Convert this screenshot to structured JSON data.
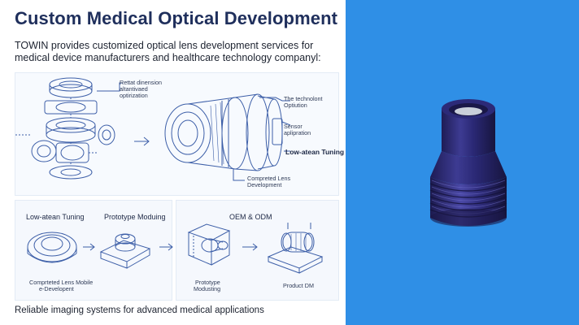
{
  "title": "Custom Medical Optical Development",
  "subtitle": "TOWIN provides customized optical lens development services for medical device manufacturers and healthcare technology companyl:",
  "top_diagram": {
    "label_explode_1": "Rettat dinension",
    "label_explode_2": "altantivaed",
    "label_explode_3": "optirization",
    "label_right_1a": "The technolont",
    "label_right_1b": "Optiution",
    "label_sensor_1": "Sensor",
    "label_sensor_2": "aplipration",
    "label_tuning": "Low-atean Tuning",
    "label_completed_1": "Compreted Lens",
    "label_completed_2": "Development"
  },
  "bottom_panels": {
    "panel1_heading": "Low-atean Tuning",
    "panel1_caption_1": "Comprteted Lens Mobile",
    "panel1_caption_2": "e-Developent",
    "panel2_heading": "Prototype Moduing",
    "panel2_caption_1": "Prototype",
    "panel2_caption_2": "Modusting",
    "panel3_heading": "OEM & ODM",
    "panel3_caption": "Product DM"
  },
  "footer": "Reliable imaging systems for advanced medical applications",
  "colors": {
    "title": "#1f2f5c",
    "line_art": "#3d5fa8",
    "right_bg": "#2f8fe6",
    "lens_body": "#2d2b78"
  }
}
